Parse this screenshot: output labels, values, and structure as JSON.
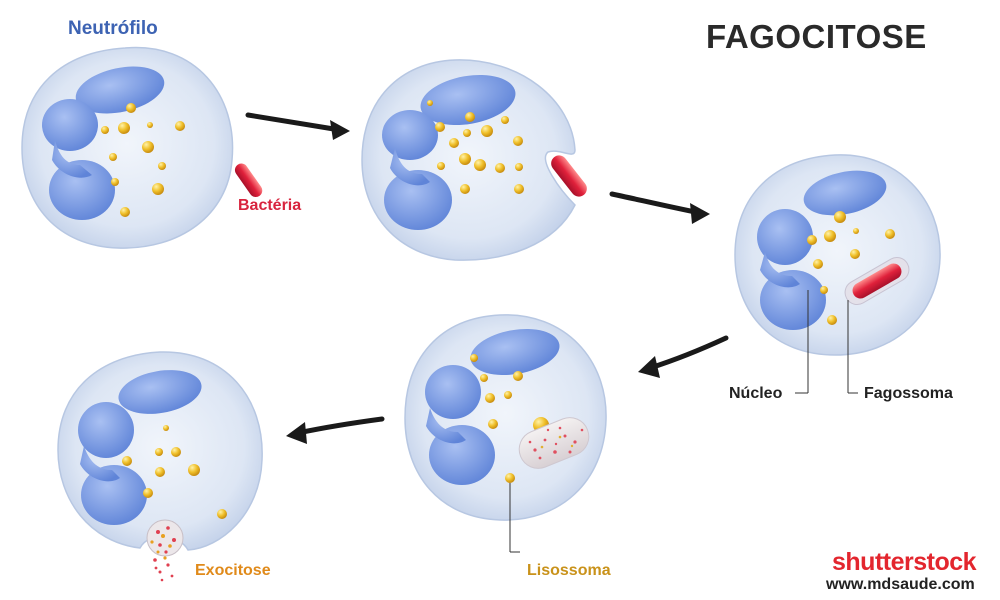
{
  "title": "FAGOCITOSE",
  "labels": {
    "neutrophil": "Neutrófilo",
    "bacteria": "Bactéria",
    "nucleus": "Núcleo",
    "phagosome": "Fagossoma",
    "lysosome": "Lisossoma",
    "exocytosis": "Exocitose"
  },
  "watermark": {
    "brand": "shutterstock",
    "url": "www.mdsaude.com"
  },
  "colors": {
    "title": "#2a2a2a",
    "neutrophil_label": "#3d63b3",
    "bacteria": "#d8243e",
    "granule": "#e8b21d",
    "granule_label": "#c9921a",
    "nucleus": "#6f92e0",
    "cell": "#dde6f4",
    "brand": "#e3262e"
  },
  "stages": [
    {
      "step": 1,
      "name": "approach"
    },
    {
      "step": 2,
      "name": "engulfment"
    },
    {
      "step": 3,
      "name": "phagosome"
    },
    {
      "step": 4,
      "name": "digestion"
    },
    {
      "step": 5,
      "name": "exocytosis"
    }
  ]
}
